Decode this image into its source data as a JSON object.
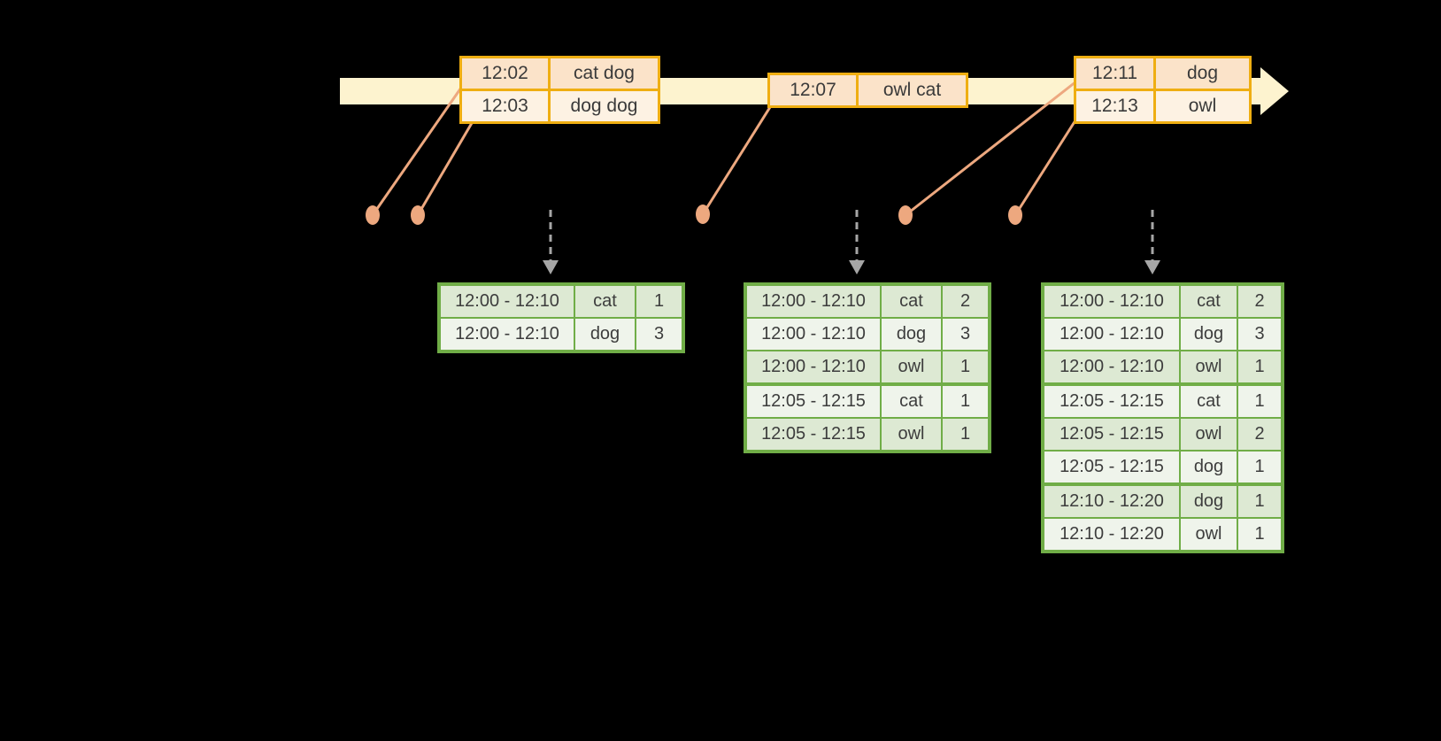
{
  "timeline": {
    "events": [
      {
        "rows": [
          {
            "time": "12:02",
            "words": "cat dog"
          },
          {
            "time": "12:03",
            "words": "dog dog"
          }
        ]
      },
      {
        "rows": [
          {
            "time": "12:07",
            "words": "owl cat"
          }
        ]
      },
      {
        "rows": [
          {
            "time": "12:11",
            "words": "dog"
          },
          {
            "time": "12:13",
            "words": "owl"
          }
        ]
      }
    ]
  },
  "results": [
    {
      "rows": [
        {
          "window": "12:00 - 12:10",
          "word": "cat",
          "count": "1"
        },
        {
          "window": "12:00 - 12:10",
          "word": "dog",
          "count": "3"
        }
      ]
    },
    {
      "rows": [
        {
          "window": "12:00 - 12:10",
          "word": "cat",
          "count": "2"
        },
        {
          "window": "12:00 - 12:10",
          "word": "dog",
          "count": "3"
        },
        {
          "window": "12:00 - 12:10",
          "word": "owl",
          "count": "1"
        },
        {
          "window": "12:05 - 12:15",
          "word": "cat",
          "count": "1"
        },
        {
          "window": "12:05 - 12:15",
          "word": "owl",
          "count": "1"
        }
      ]
    },
    {
      "rows": [
        {
          "window": "12:00 - 12:10",
          "word": "cat",
          "count": "2"
        },
        {
          "window": "12:00 - 12:10",
          "word": "dog",
          "count": "3"
        },
        {
          "window": "12:00 - 12:10",
          "word": "owl",
          "count": "1"
        },
        {
          "window": "12:05 - 12:15",
          "word": "cat",
          "count": "1"
        },
        {
          "window": "12:05 - 12:15",
          "word": "owl",
          "count": "2"
        },
        {
          "window": "12:05 - 12:15",
          "word": "dog",
          "count": "1"
        },
        {
          "window": "12:10 - 12:20",
          "word": "dog",
          "count": "1"
        },
        {
          "window": "12:10 - 12:20",
          "word": "owl",
          "count": "1"
        }
      ]
    }
  ],
  "colors": {
    "background": "#000000",
    "timeline_band": "#fdf3cf",
    "event_border": "#efae12",
    "event_row_dark": "#fbe3c9",
    "event_row_light": "#fdf2e3",
    "connector": "#eda87f",
    "trigger_arrow": "#a6a6a6",
    "result_border": "#70ad47",
    "result_row_dark": "#dde9d3",
    "result_row_light": "#eff4eb"
  }
}
